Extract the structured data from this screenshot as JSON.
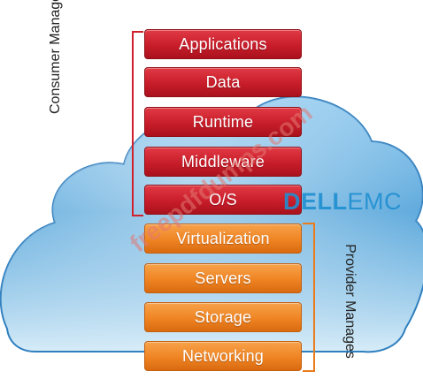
{
  "consumer_layers": [
    "Applications",
    "Data",
    "Runtime",
    "Middleware",
    "O/S"
  ],
  "provider_layers": [
    "Virtualization",
    "Servers",
    "Storage",
    "Networking"
  ],
  "consumer_label": "Consumer Manages",
  "provider_label": "Provider Manages",
  "brand": {
    "part1": "DELL",
    "part2": "EMC"
  },
  "watermark": "freepdfdumps.com",
  "colors": {
    "consumer": "#c81d2a",
    "provider": "#ef8423",
    "cloud": "#4a9fd8",
    "brand": "#1f8fd1"
  }
}
